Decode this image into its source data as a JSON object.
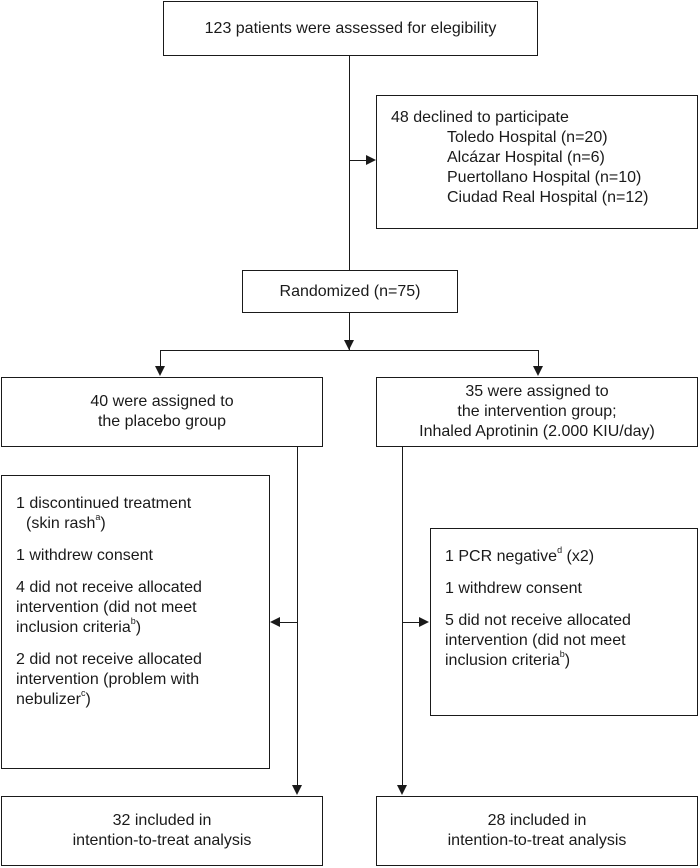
{
  "assessed": "123 patients were assessed for elegibility",
  "declined": {
    "title": "48 declined to participate",
    "hospitals": [
      "Toledo Hospital (n=20)",
      "Alcázar Hospital (n=6)",
      "Puertollano Hospital (n=10)",
      "Ciudad Real Hospital (n=12)"
    ]
  },
  "randomized": "Randomized (n=75)",
  "placebo": {
    "line1": "40 were assigned to",
    "line2": "the placebo group"
  },
  "intervention": {
    "line1": "35 were assigned to",
    "line2": "the intervention group;",
    "line3": "Inhaled Aprotinin (2.000 KIU/day)"
  },
  "placebo_exclusions": {
    "i1_a": "1 discontinued treatment",
    "i1_b": "(skin rash",
    "i1_b_sup": "a",
    "i1_b_end": ")",
    "i2": "1 withdrew consent",
    "i3_a": "4 did not receive allocated",
    "i3_b": "intervention (did not meet",
    "i3_c": "inclusion criteria",
    "i3_c_sup": "b",
    "i3_c_end": ")",
    "i4_a": "2 did not receive allocated",
    "i4_b": "intervention (problem with",
    "i4_c": "nebulizer",
    "i4_c_sup": "c",
    "i4_c_end": ")"
  },
  "intervention_exclusions": {
    "i1": "1 PCR negative",
    "i1_sup": "d",
    "i1_end": " (x2)",
    "i2": "1 withdrew consent",
    "i3_a": "5 did not receive allocated",
    "i3_b": "intervention (did not meet",
    "i3_c": "inclusion criteria",
    "i3_c_sup": "b",
    "i3_c_end": ")"
  },
  "placebo_analysis": {
    "line1": "32 included in",
    "line2": "intention-to-treat analysis"
  },
  "intervention_analysis": {
    "line1": "28 included in",
    "line2": "intention-to-treat analysis"
  }
}
